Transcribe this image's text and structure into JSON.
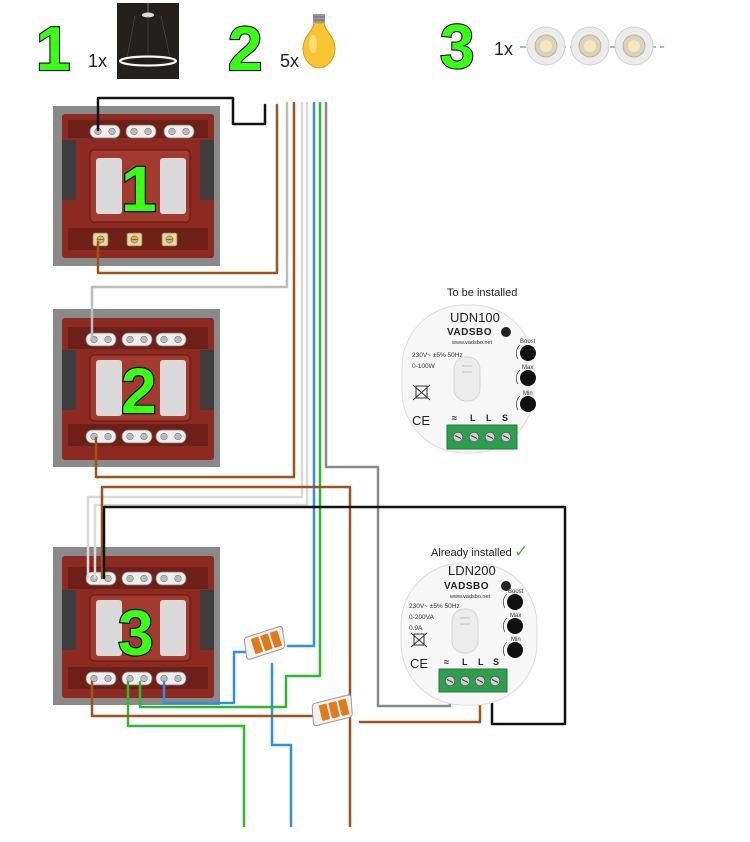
{
  "legend": [
    {
      "number": "1",
      "quantity": "1x",
      "icon": "pendant-ring-light-icon"
    },
    {
      "number": "2",
      "quantity": "5x",
      "icon": "light-bulb-icon"
    },
    {
      "number": "3",
      "quantity": "1x",
      "icon": "downlight-spots-icon"
    }
  ],
  "switches": [
    {
      "number": "1"
    },
    {
      "number": "2"
    },
    {
      "number": "3"
    }
  ],
  "dimmers": {
    "udn100": {
      "caption": "To be installed",
      "model": "UDN100",
      "brand": "VADSBO",
      "website": "www.vadsbo.net",
      "specs": [
        "230V~ ±5% 50Hz",
        "0-100W"
      ],
      "knobs": [
        "Boost",
        "Max",
        "Min"
      ],
      "terminals": [
        "≈",
        "L",
        "L",
        "S"
      ],
      "ce": "CE"
    },
    "ldn200": {
      "caption": "Already installed",
      "model": "LDN200",
      "brand": "VADSBO",
      "website": "www.vadsbo.net",
      "specs": [
        "230V~ ±5% 50Hz",
        "0-200VA",
        "0.9A"
      ],
      "knobs": [
        "Boost",
        "Max",
        "Min"
      ],
      "terminals": [
        "≈",
        "L",
        "L",
        "S"
      ],
      "ce": "CE"
    }
  },
  "colors": {
    "phase_brown": "#a0521d",
    "neutral_blue": "#2f8fe0",
    "earth_green": "#2db82d",
    "black": "#111111",
    "grey": "#8a8a8a",
    "white_wire": "#d9d9d9",
    "switch_red": "#8c2a22",
    "number_green": "#39ff14"
  }
}
